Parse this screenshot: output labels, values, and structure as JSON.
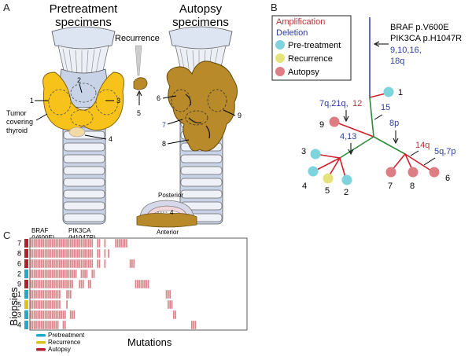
{
  "panel_a": {
    "letter": "A",
    "pretreatment_title_1": "Pretreatment",
    "pretreatment_title_2": "specimens",
    "autopsy_title_1": "Autopsy",
    "autopsy_title_2": "specimens",
    "recurrence_label": "Recurrence",
    "tumor_label_1": "Tumor",
    "tumor_label_2": "covering",
    "tumor_label_3": "thyroid",
    "posterior_label": "Posterior",
    "anterior_label": "Anterior",
    "site_numbers": [
      "1",
      "2",
      "3",
      "4",
      "5",
      "6",
      "7",
      "8",
      "9"
    ],
    "cross_section_number": "4",
    "colors": {
      "thyroid_pre": "#f7c21a",
      "autopsy_tumor": "#b98a29",
      "trachea": "#c9d3e8"
    }
  },
  "panel_b": {
    "letter": "B",
    "legend": {
      "amplification": "Amplification",
      "deletion": "Deletion",
      "items": [
        {
          "label": "Pre-treatment",
          "color": "#7fd3dc"
        },
        {
          "label": "Recurrence",
          "color": "#e6e37a"
        },
        {
          "label": "Autopsy",
          "color": "#de7d84"
        }
      ]
    },
    "trunk_mutations": [
      "BRAF p.V600E",
      "PIK3CA p.H1047R"
    ],
    "trunk_deletions": [
      "9,10,16,",
      "18q"
    ],
    "branch_labels": {
      "amp_7q21q12_a": "7q,21q,",
      "amp_7q21q12_b": "12",
      "del_15": "15",
      "del_8p": "8p",
      "del_4_13": "4,13",
      "amp_14q": "14q",
      "del_5q7p": "5q,7p"
    },
    "leaf_numbers": [
      "1",
      "9",
      "3",
      "4",
      "5",
      "2",
      "7",
      "8",
      "6"
    ],
    "colors": {
      "amp": "#b5343a",
      "del": "#2e3f9b",
      "trunk": "#3a45b0",
      "branch_green": "#2f8a3a",
      "branch_red": "#d11f2b"
    }
  },
  "panel_c": {
    "letter": "C",
    "gene_labels": [
      "BRAF",
      "(V600E)",
      "PIK3CA",
      "(H1047R)"
    ],
    "ylabel": "Biopsies",
    "xlabel": "Mutations",
    "rows": [
      {
        "label": "7",
        "group": "Autopsy"
      },
      {
        "label": "8",
        "group": "Autopsy"
      },
      {
        "label": "6",
        "group": "Autopsy"
      },
      {
        "label": "2",
        "group": "Pretreatment"
      },
      {
        "label": "9",
        "group": "Autopsy"
      },
      {
        "label": "1",
        "group": "Pretreatment"
      },
      {
        "label": "5",
        "group": "Recurrence"
      },
      {
        "label": "3",
        "group": "Pretreatment"
      },
      {
        "label": "4",
        "group": "Pretreatment"
      }
    ],
    "legend": [
      {
        "label": "Pretreatment",
        "color": "#23a9c9"
      },
      {
        "label": "Recurrence",
        "color": "#d9c21c"
      },
      {
        "label": "Autopsy",
        "color": "#b1232c"
      }
    ],
    "mutation_color": "#d98488",
    "mutation_count": 120,
    "presence_runs": [
      [
        [
          0,
          35
        ],
        [
          37,
          39
        ],
        [
          41,
          42
        ],
        [
          47,
          54
        ]
      ],
      [
        [
          0,
          35
        ],
        [
          37,
          39
        ],
        [
          41,
          42
        ],
        [
          43,
          44
        ]
      ],
      [
        [
          0,
          35
        ],
        [
          37,
          39
        ],
        [
          41,
          42
        ],
        [
          55,
          58
        ]
      ],
      [
        [
          0,
          26
        ],
        [
          28,
          32
        ],
        [
          34,
          36
        ]
      ],
      [
        [
          0,
          24
        ],
        [
          27,
          30
        ],
        [
          32,
          34
        ],
        [
          58,
          66
        ]
      ],
      [
        [
          0,
          17
        ],
        [
          20,
          23
        ],
        [
          75,
          78
        ]
      ],
      [
        [
          0,
          17
        ],
        [
          20,
          21
        ],
        [
          76,
          79
        ]
      ],
      [
        [
          0,
          20
        ],
        [
          22,
          25
        ],
        [
          79,
          81
        ]
      ],
      [
        [
          0,
          16
        ],
        [
          18,
          20
        ],
        [
          89,
          92
        ]
      ]
    ]
  }
}
